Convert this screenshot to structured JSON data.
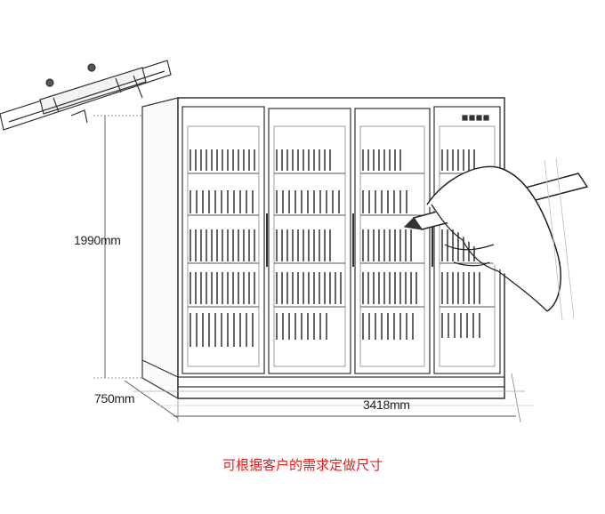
{
  "dimensions": {
    "height": "1990mm",
    "depth": "750mm",
    "width": "3418mm"
  },
  "caption": "可根据客户的需求定做尺寸",
  "colors": {
    "caption": "#e0201c",
    "line": "#333333"
  },
  "icons": [
    "vernier-caliper-icon",
    "hand-with-pencil-icon",
    "control-panel-lights-icon"
  ]
}
